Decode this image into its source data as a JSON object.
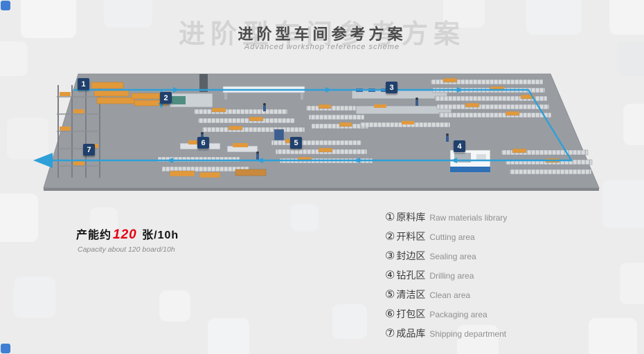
{
  "header": {
    "title": "进阶型车间参考方案",
    "subtitle": "Advanced workshop reference scheme"
  },
  "diagram": {
    "stations": [
      "1",
      "2",
      "3",
      "4",
      "5",
      "6",
      "7"
    ]
  },
  "capacity": {
    "prefix": "产能约",
    "value": "120",
    "suffix": "张/10h",
    "english": "Capacity about 120 board/10h"
  },
  "legend": {
    "items": [
      {
        "num": "①",
        "cn": "原料库",
        "en": "Raw materials library"
      },
      {
        "num": "②",
        "cn": "开料区",
        "en": "Cutting area"
      },
      {
        "num": "③",
        "cn": "封边区",
        "en": "Sealing area"
      },
      {
        "num": "④",
        "cn": "钻孔区",
        "en": "Drilling area"
      },
      {
        "num": "⑤",
        "cn": "清洁区",
        "en": "Clean area"
      },
      {
        "num": "⑥",
        "cn": "打包区",
        "en": "Packaging area"
      },
      {
        "num": "⑦",
        "cn": "成品库",
        "en": "Shipping department"
      }
    ]
  },
  "colors": {
    "flow_blue": "#2f9fd8",
    "badge_navy": "#20406c",
    "capacity_red": "#e60012",
    "floor_gray": "#999da2",
    "pallet_orange": "#e2993b",
    "corner_blue": "#3f7ed2"
  }
}
